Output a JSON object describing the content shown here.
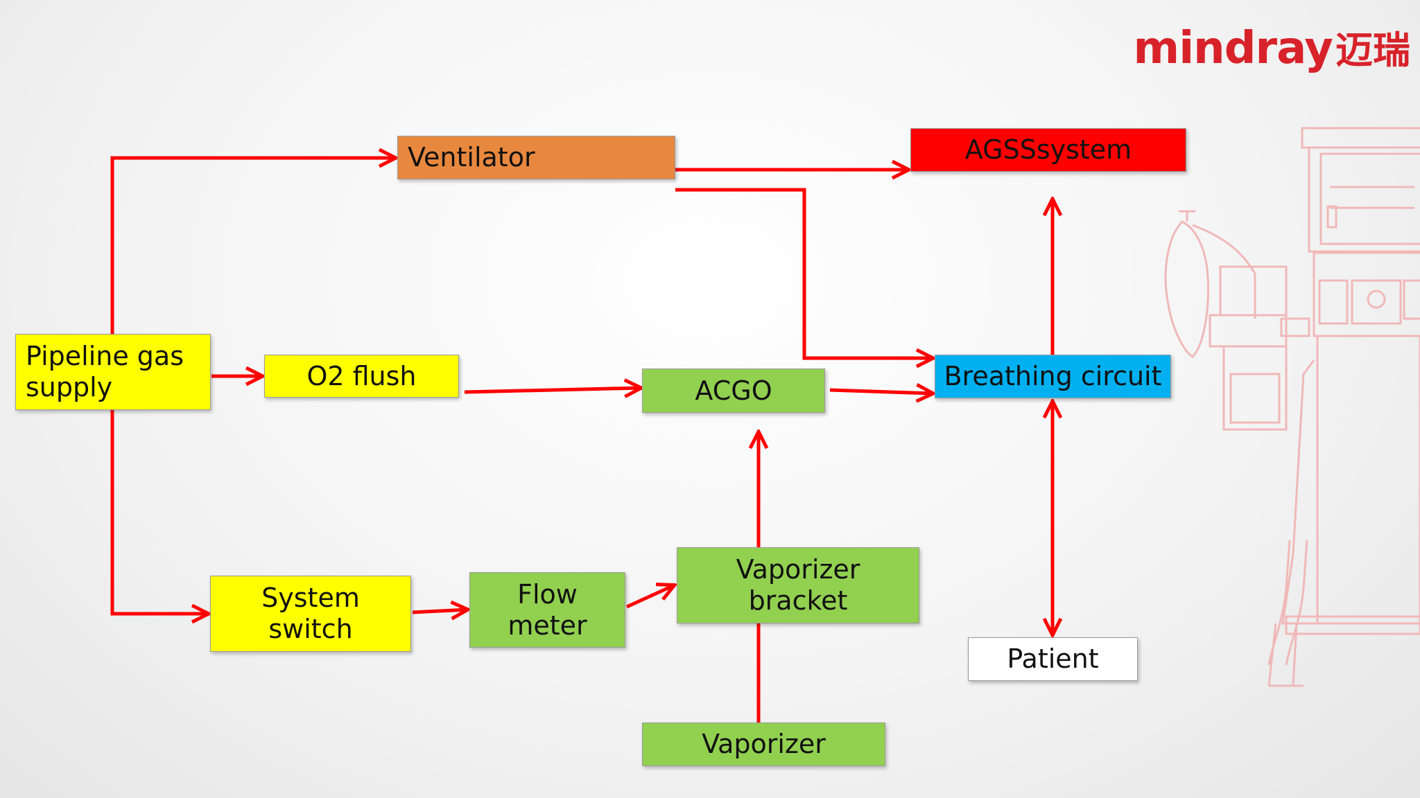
{
  "logo": {
    "text": "mindray",
    "cn": "迈瑞"
  },
  "nodes": {
    "pipeline": "Pipeline gas supply",
    "ventilator": "Ventilator",
    "agss": "AGSSsystem",
    "o2flush": "O2 flush",
    "acgo": "ACGO",
    "breathing": "Breathing circuit",
    "system_switch": "System switch",
    "flow_meter": "Flow meter",
    "vaporizer_bracket": "Vaporizer bracket",
    "vaporizer": "Vaporizer",
    "patient": "Patient"
  },
  "colors": {
    "arrow": "#ff0000",
    "yellow": "#ffff00",
    "green": "#92d050",
    "orange": "#e8883e",
    "red": "#ff0000",
    "blue": "#00b0f0",
    "logo": "#d8222a",
    "machine_outline": "#f0b8b8"
  }
}
